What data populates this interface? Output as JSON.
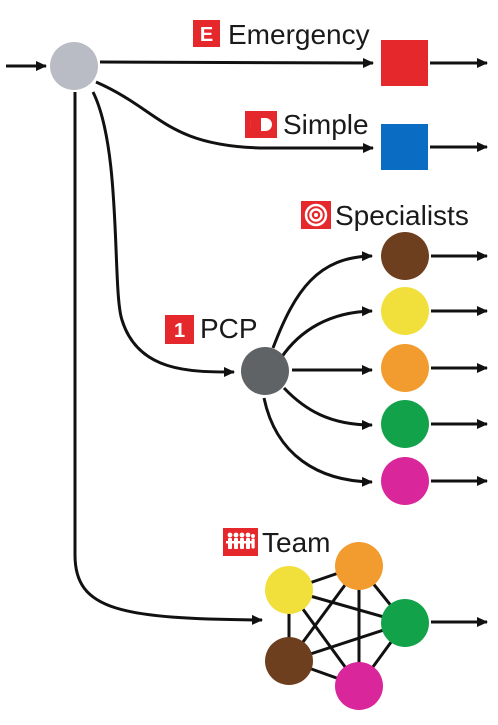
{
  "labels": {
    "emergency": "Emergency",
    "simple": "Simple",
    "specialists": "Specialists",
    "pcp": "PCP",
    "team": "Team"
  },
  "badges": {
    "emergency": "E",
    "pcp": "1"
  },
  "icons": {
    "emergency": "letter-e-icon",
    "simple": "pill-icon",
    "specialists": "target-icon",
    "pcp": "number-one-icon",
    "team": "people-group-icon"
  },
  "colors": {
    "badge_red": "#e4282c",
    "source": "#b9bcc4",
    "emergency": "#e4282c",
    "simple": "#0a6cc2",
    "pcp": "#5f6366",
    "brown": "#6e3f1e",
    "yellow": "#f1e03c",
    "orange": "#f29b2e",
    "green": "#12a34a",
    "magenta": "#d9269a"
  },
  "specialists": [
    "brown",
    "yellow",
    "orange",
    "green",
    "magenta"
  ],
  "team_members": [
    "orange",
    "yellow",
    "green",
    "brown",
    "magenta"
  ]
}
